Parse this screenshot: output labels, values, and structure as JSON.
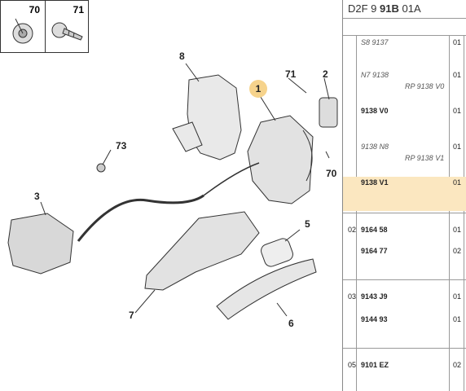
{
  "thumbs": [
    {
      "label": "70"
    },
    {
      "label": "71"
    }
  ],
  "callouts": {
    "1": "1",
    "2": "2",
    "3": "3",
    "5": "5",
    "6": "6",
    "7": "7",
    "8": "8",
    "70": "70",
    "71": "71",
    "73": "73"
  },
  "panel": {
    "header_prefix": "D2F 9",
    "header_bold": "91B",
    "header_suffix": "01A",
    "rows": [
      {
        "group": "",
        "ref": "S8 9137",
        "qty": "01",
        "italic": true
      },
      {
        "group": "",
        "ref": "N7 9138",
        "qty": "01",
        "italic": true
      },
      {
        "group": "",
        "ref": "RP 9138 V0",
        "qty": "",
        "italic": true
      },
      {
        "group": "",
        "ref": "9138 V0",
        "qty": "01",
        "italic": false
      },
      {
        "group": "",
        "ref": "9138 N8",
        "qty": "01",
        "italic": true
      },
      {
        "group": "",
        "ref": "RP 9138 V1",
        "qty": "",
        "italic": true
      },
      {
        "group": "",
        "ref": "9138 V1",
        "qty": "01",
        "italic": false
      },
      {
        "group": "02",
        "ref": "9164 58",
        "qty": "01",
        "italic": false
      },
      {
        "group": "",
        "ref": "9164 77",
        "qty": "02",
        "italic": false
      },
      {
        "group": "03",
        "ref": "9143 J9",
        "qty": "01",
        "italic": false
      },
      {
        "group": "",
        "ref": "9144 93",
        "qty": "01",
        "italic": false
      },
      {
        "group": "05",
        "ref": "9101 EZ",
        "qty": "02",
        "italic": false
      }
    ]
  }
}
